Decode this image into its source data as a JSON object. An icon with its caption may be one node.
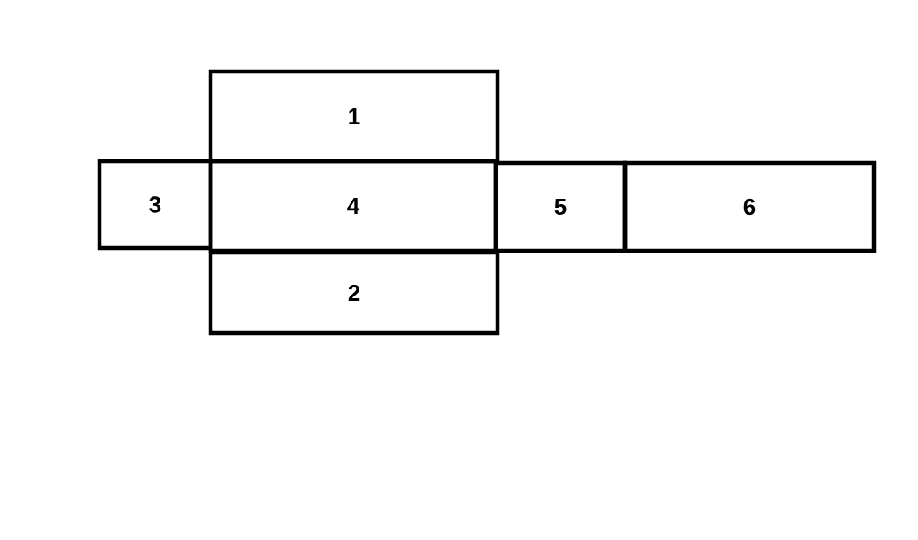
{
  "diagram": {
    "nodes": [
      {
        "text": [
          "1"
        ]
      },
      {
        "text": [
          "3"
        ]
      },
      {
        "text": [
          "4"
        ]
      },
      {
        "text": [
          "5"
        ]
      },
      {
        "text": [
          "6"
        ]
      },
      {
        "text": [
          "2"
        ]
      }
    ]
  }
}
